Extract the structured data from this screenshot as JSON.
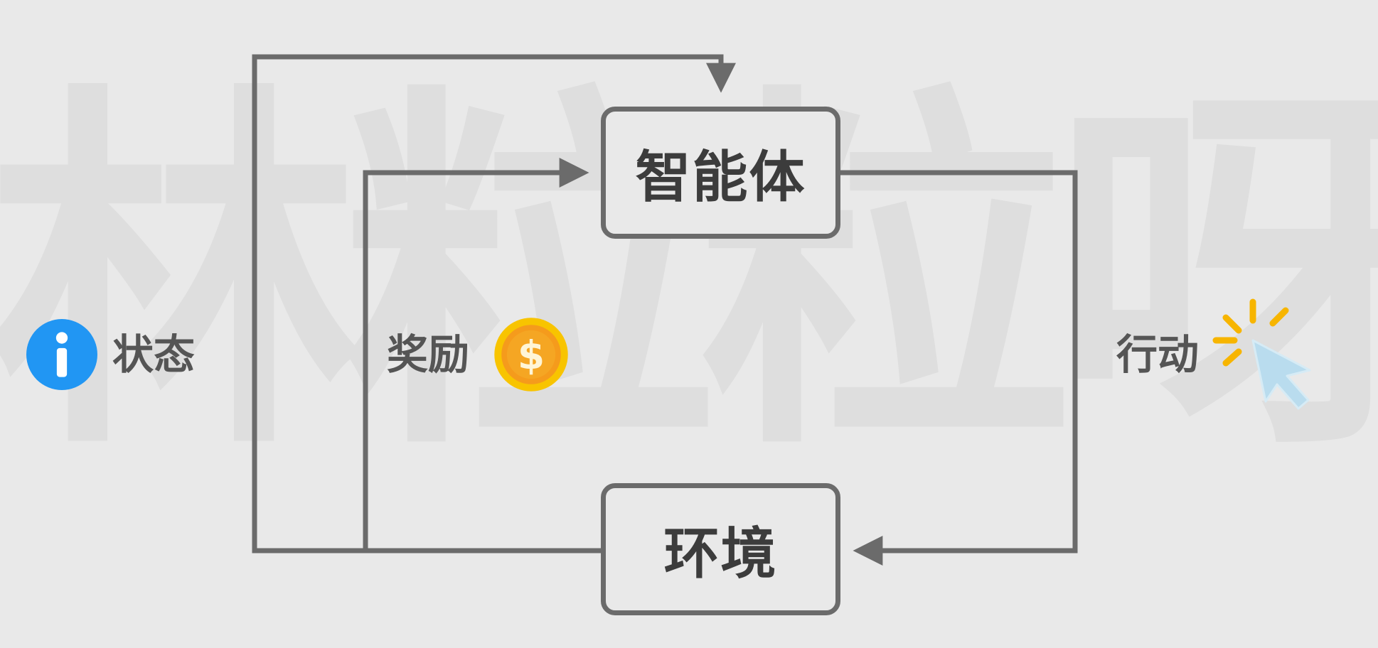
{
  "watermark": "林粒粒呀",
  "nodes": {
    "agent": "智能体",
    "environment": "环境"
  },
  "edges": {
    "state": "状态",
    "reward": "奖励",
    "action": "行动"
  },
  "icons": {
    "state": "info-icon",
    "reward": "dollar-coin-icon",
    "action": "cursor-click-icon"
  },
  "colors": {
    "line": "#6b6b6b",
    "info_blue": "#2196f3",
    "coin_gold": "#f5a623",
    "spark_yellow": "#f7b500",
    "cursor_blue": "#b9dcee"
  }
}
